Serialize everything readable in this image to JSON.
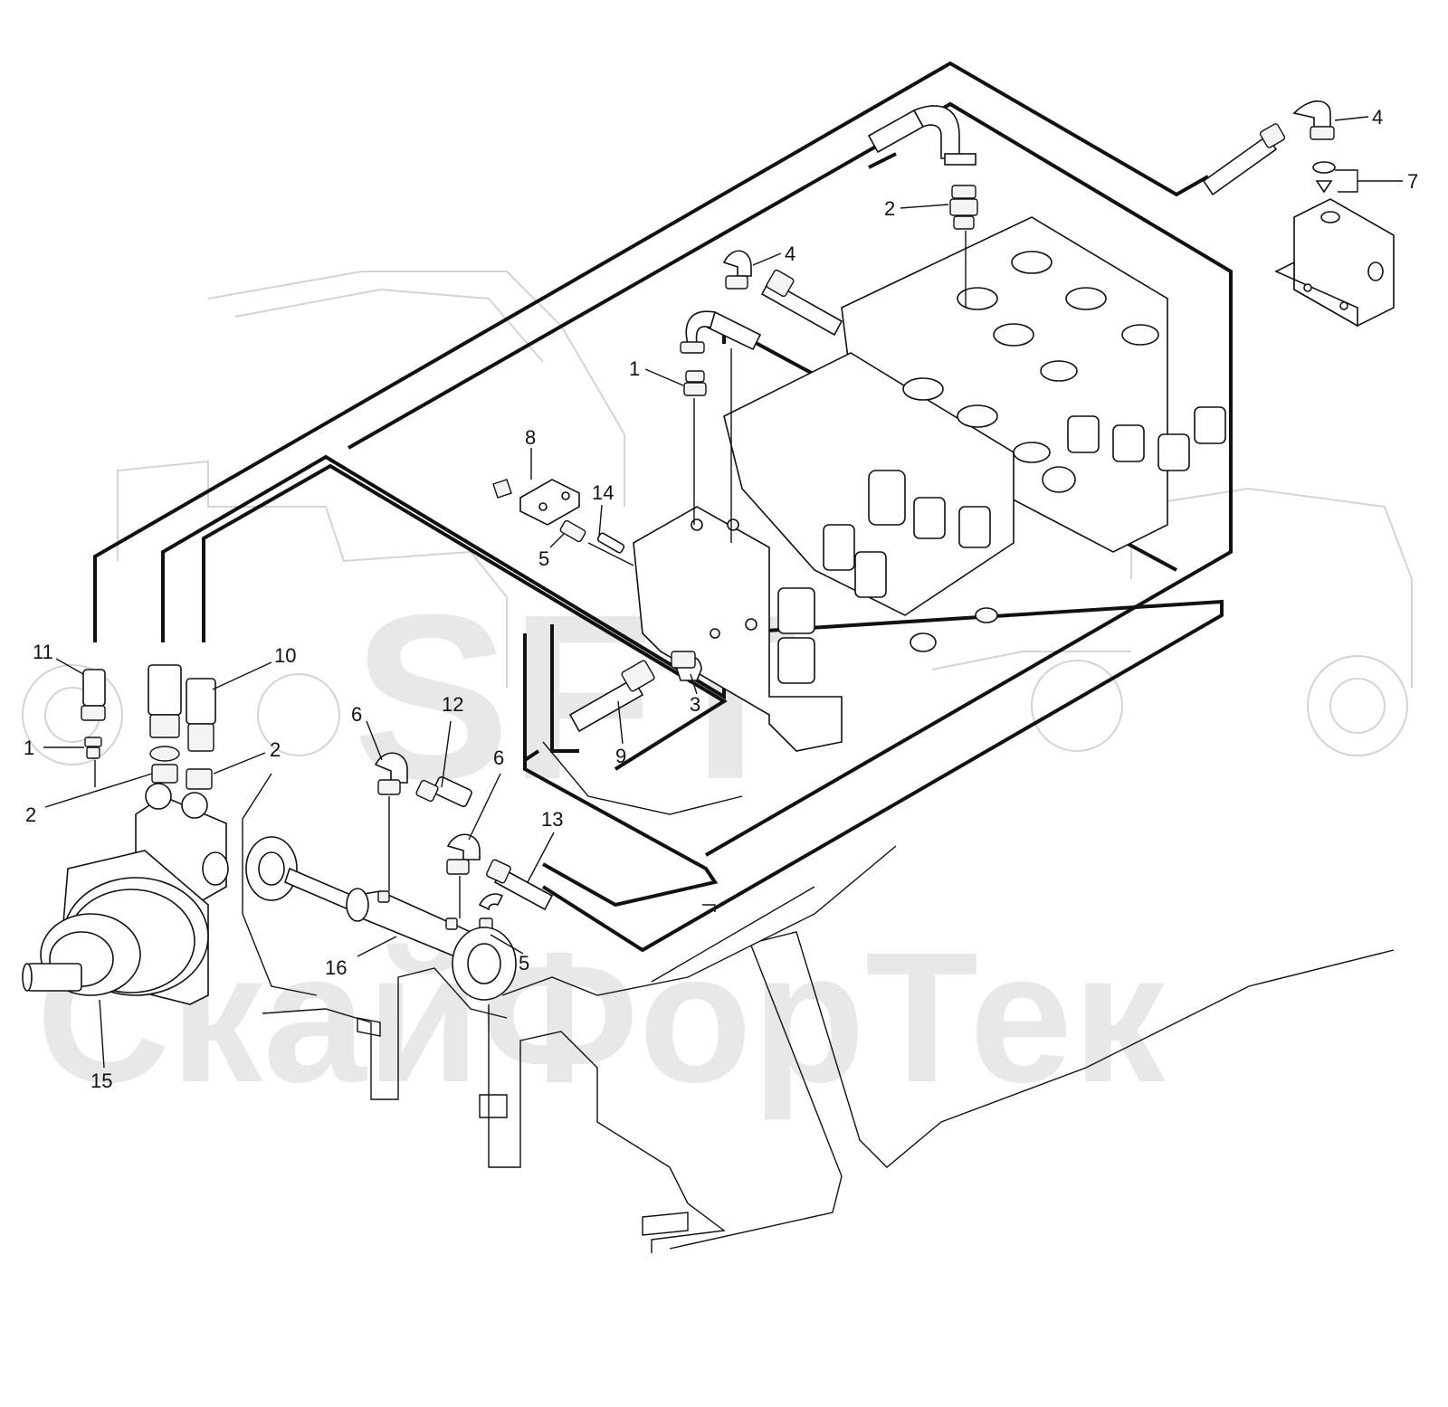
{
  "watermark": {
    "logo_text": "SFT",
    "brand_text": "СкайФорТек"
  },
  "callouts": [
    {
      "id": "c4a",
      "label": "4"
    },
    {
      "id": "c7",
      "label": "7"
    },
    {
      "id": "c2a",
      "label": "2"
    },
    {
      "id": "c4b",
      "label": "4"
    },
    {
      "id": "c1a",
      "label": "1"
    },
    {
      "id": "c8",
      "label": "8"
    },
    {
      "id": "c14",
      "label": "14"
    },
    {
      "id": "c5a",
      "label": "5"
    },
    {
      "id": "c11",
      "label": "11"
    },
    {
      "id": "c10",
      "label": "10"
    },
    {
      "id": "c1b",
      "label": "1"
    },
    {
      "id": "c2b",
      "label": "2"
    },
    {
      "id": "c2c",
      "label": "2"
    },
    {
      "id": "c12",
      "label": "12"
    },
    {
      "id": "c6a",
      "label": "6"
    },
    {
      "id": "c6b",
      "label": "6"
    },
    {
      "id": "c3",
      "label": "3"
    },
    {
      "id": "c9",
      "label": "9"
    },
    {
      "id": "c13",
      "label": "13"
    },
    {
      "id": "c5b",
      "label": "5"
    },
    {
      "id": "c16",
      "label": "16"
    },
    {
      "id": "c15",
      "label": "15"
    }
  ]
}
